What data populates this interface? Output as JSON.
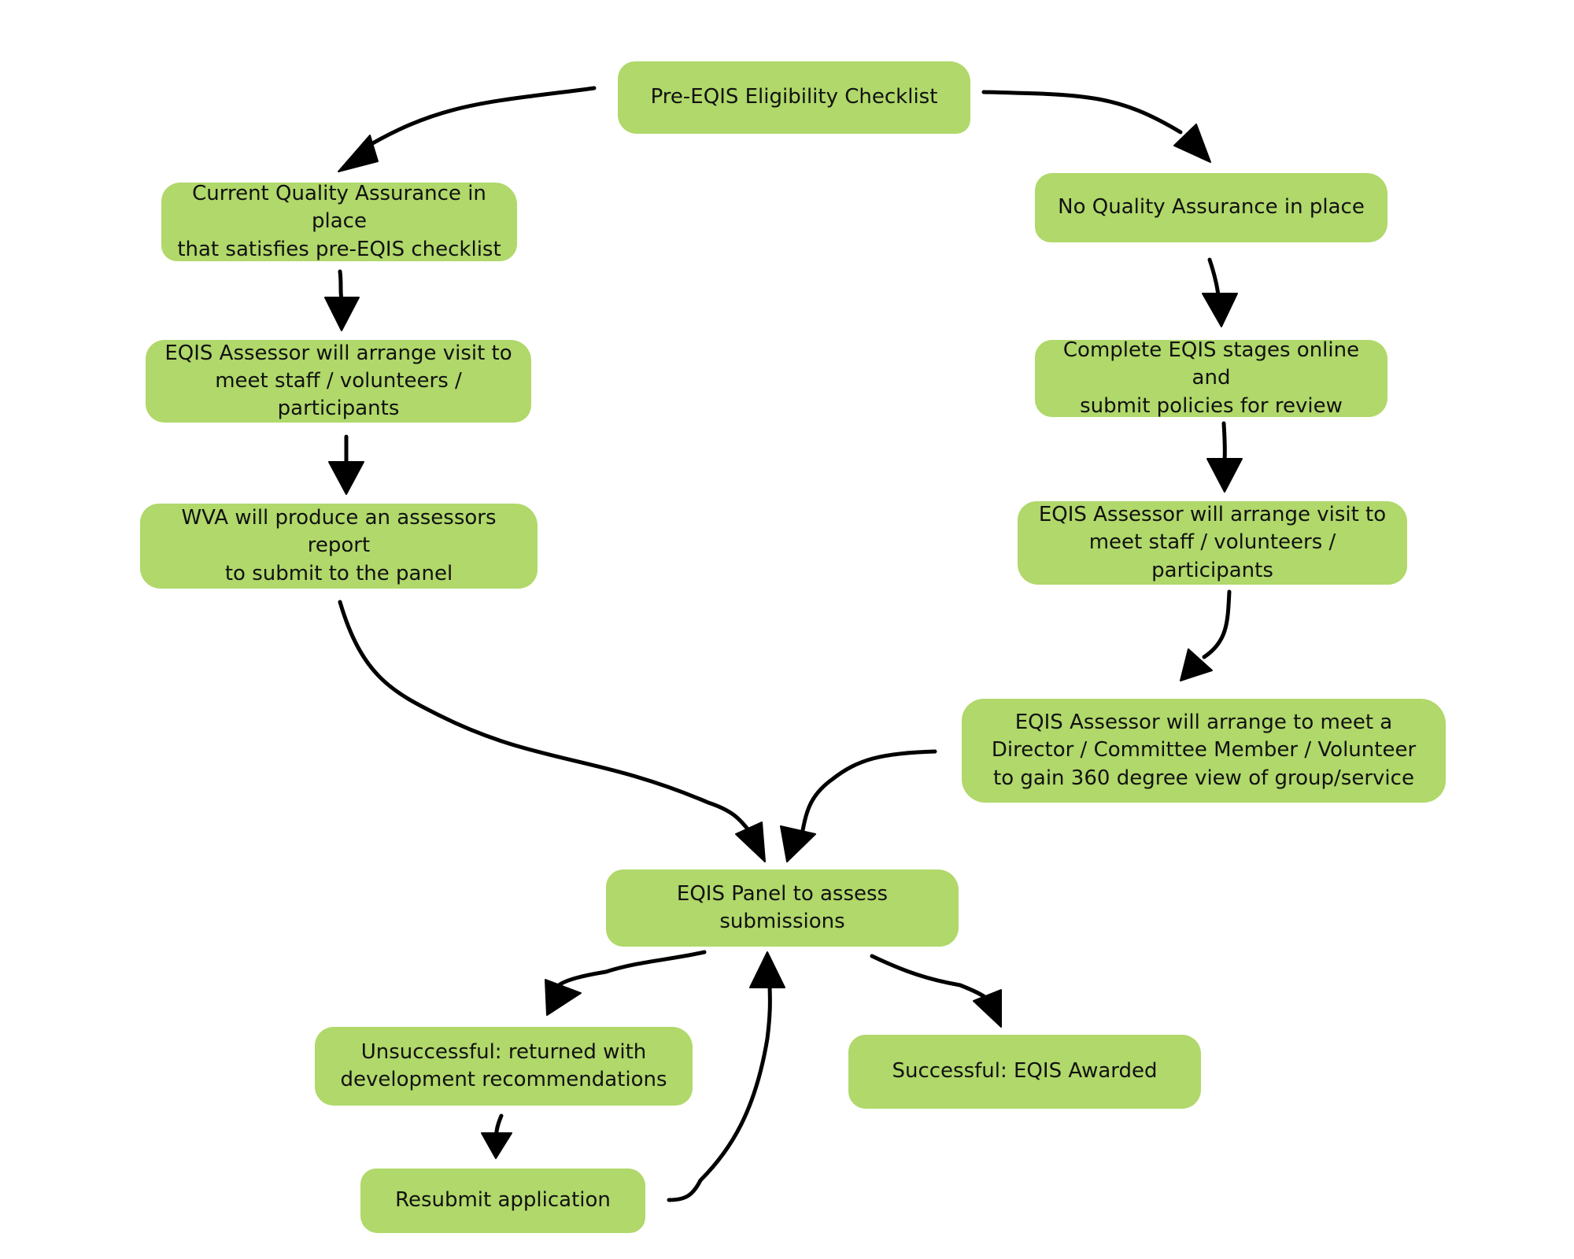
{
  "colors": {
    "box_fill": "#b0d86a",
    "arrow": "#000000",
    "text": "#111111",
    "background": "#ffffff"
  },
  "nodes": {
    "checklist": "Pre-EQIS  Eligibility Checklist",
    "qa_in_place": "Current Quality Assurance in place\nthat satisfies pre-EQIS checklist",
    "no_qa": "No Quality Assurance in place",
    "assessor_visit_left": "EQIS Assessor will arrange visit to\nmeet staff / volunteers / participants",
    "complete_stages": "Complete EQIS stages online and\nsubmit policies for review",
    "wva_report": "WVA will produce an assessors report\nto submit to the panel",
    "assessor_visit_right": "EQIS Assessor will arrange visit to\nmeet staff / volunteers / participants",
    "assessor_meet_director": "EQIS Assessor will arrange to meet a\nDirector / Committee Member / Volunteer\nto gain 360 degree view of group/service",
    "panel": "EQIS  Panel to assess\nsubmissions",
    "unsuccessful": "Unsuccessful: returned with\ndevelopment recommendations",
    "successful": "Successful: EQIS Awarded",
    "resubmit": "Resubmit application"
  }
}
